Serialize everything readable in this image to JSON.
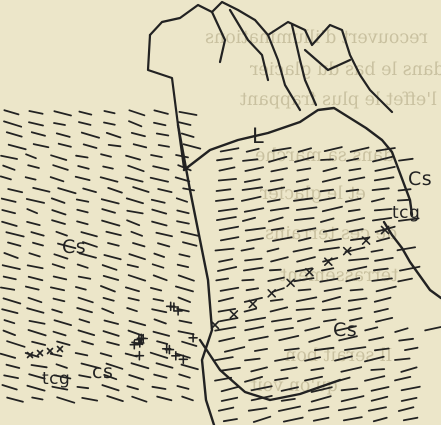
{
  "figure": {
    "labels": {
      "limestone_peak": "L",
      "schist_left": "Cs",
      "schist_right": "Cs",
      "schist_bottom_center": "Cs",
      "schist_bottom_left": "cs",
      "conglomerate_right": "tcg",
      "conglomerate_left": "tcg"
    },
    "bleed_through_text": [
      "recouvert d'illuminations",
      "dans le bas du glacier",
      "l'effet le plus frappant",
      "dans sa marche",
      "et le glacier",
      "de ces terrains",
      "terrassement",
      "Il serait bon",
      "qu'on voit"
    ],
    "colors": {
      "paper": "#ece6c9",
      "ink": "#222222",
      "bleed": "#c9c1a0"
    }
  }
}
